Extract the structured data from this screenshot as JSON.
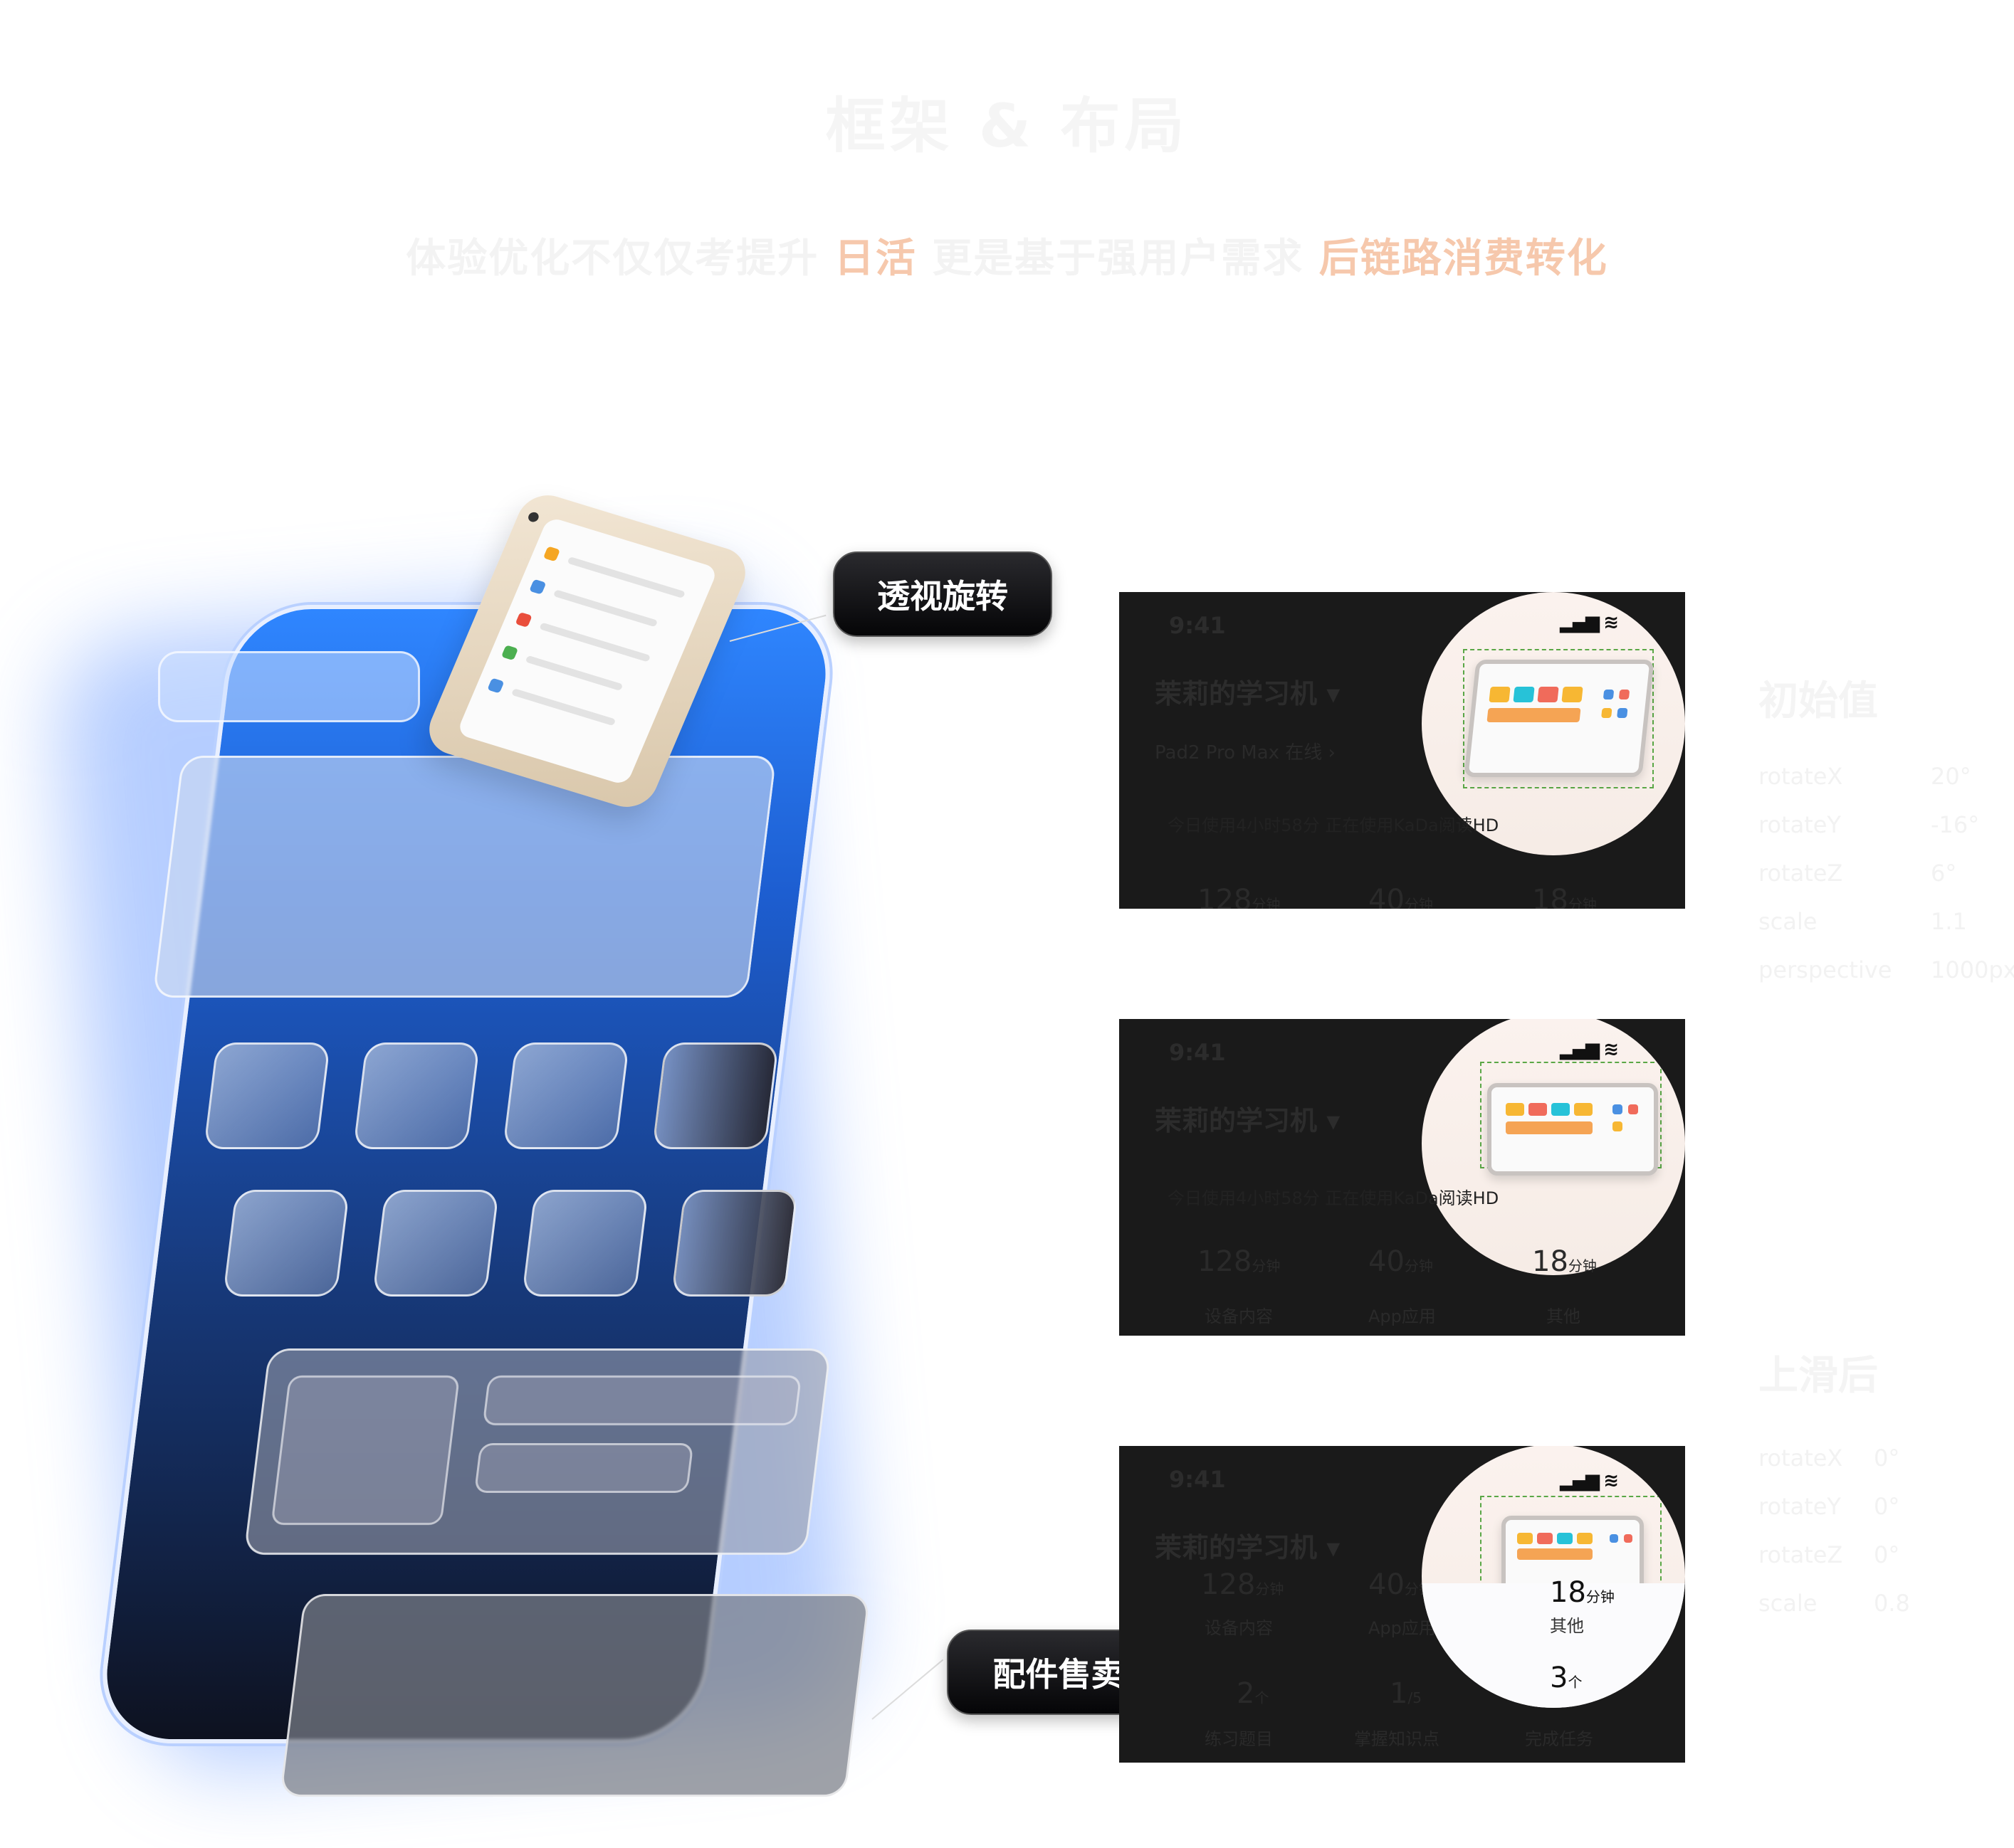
{
  "header": {
    "title": "框架 & 布局",
    "subtitle_part1": "体验优化不仅仅考提升",
    "subtitle_hl1": "日活",
    "subtitle_part2": "更是基于强用户需求",
    "subtitle_hl2": "后链路消费转化"
  },
  "callouts": {
    "perspective": "透视旋转",
    "accessory": "配件售卖楼层"
  },
  "screens": [
    {
      "time": "9:41",
      "device_name": "茉莉的学习机 ▾",
      "model": "Pad2 Pro Max  在线 ›",
      "usage": "今日使用4小时58分  正在使用KaDa阅读HD",
      "stats": [
        {
          "value": "128",
          "unit": "分钟"
        },
        {
          "value": "40",
          "unit": "分钟"
        },
        {
          "value": "18",
          "unit": "分钟"
        }
      ]
    },
    {
      "time": "9:41",
      "device_name": "茉莉的学习机 ▾",
      "usage": "今日使用4小时58分  正在使用KaDa阅读HD",
      "stats": [
        {
          "value": "128",
          "unit": "分钟",
          "label": "设备内容"
        },
        {
          "value": "40",
          "unit": "分钟",
          "label": "App应用"
        },
        {
          "value": "18",
          "unit": "分钟",
          "label": "其他"
        }
      ]
    },
    {
      "time": "9:41",
      "device_name": "茉莉的学习机 ▾",
      "stats": [
        {
          "value": "128",
          "unit": "分钟",
          "label": "设备内容"
        },
        {
          "value": "40",
          "unit": "分钟",
          "label": "App应用"
        },
        {
          "value": "18",
          "unit": "分钟",
          "label": "其他"
        }
      ],
      "stats2": [
        {
          "value": "2",
          "unit": "个",
          "label": "练习题目"
        },
        {
          "value": "1",
          "unit": "/5",
          "label": "掌握知识点"
        },
        {
          "value": "3",
          "unit": "个",
          "label": "完成任务"
        }
      ]
    }
  ],
  "params_initial": {
    "title": "初始值",
    "rows": [
      {
        "key": "rotateX",
        "value": "20°"
      },
      {
        "key": "rotateY",
        "value": "-16°"
      },
      {
        "key": "rotateZ",
        "value": "6°"
      },
      {
        "key": "scale",
        "value": "1.1"
      },
      {
        "key": "perspective",
        "value": "1000px"
      }
    ]
  },
  "params_scroll": {
    "title": "上滑后",
    "rows": [
      {
        "key": "rotateX",
        "value": "0°"
      },
      {
        "key": "rotateY",
        "value": "0°"
      },
      {
        "key": "rotateZ",
        "value": "0°"
      },
      {
        "key": "scale",
        "value": "0.8"
      }
    ]
  },
  "colors": {
    "accent": "#f6c8ac",
    "phone_top": "#2f86ff",
    "phone_bottom": "#0e1220",
    "screen_bg": "#1a1a1a"
  }
}
